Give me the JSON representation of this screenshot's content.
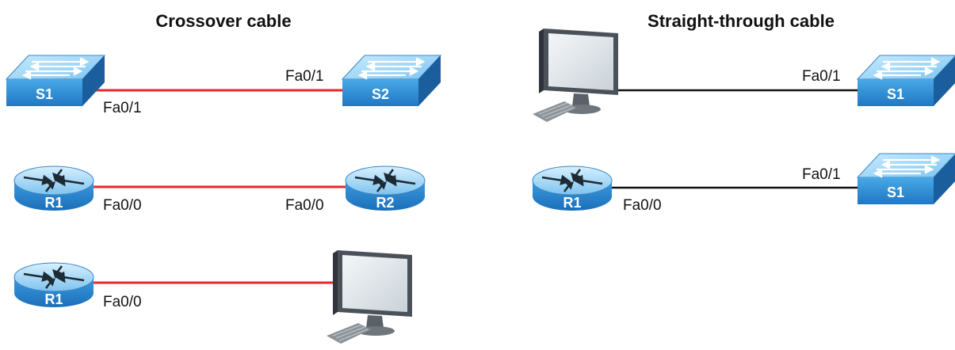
{
  "sections": {
    "crossover": {
      "title": "Crossover cable"
    },
    "straight": {
      "title": "Straight-through cable"
    }
  },
  "crossover": {
    "row1": {
      "left_device": "S1",
      "right_device": "S2",
      "left_port": "Fa0/1",
      "right_port": "Fa0/1"
    },
    "row2": {
      "left_device": "R1",
      "right_device": "R2",
      "left_port": "Fa0/0",
      "right_port": "Fa0/0"
    },
    "row3": {
      "left_device": "R1",
      "left_port": "Fa0/0",
      "right_device_icon": "desktop-computer-icon"
    }
  },
  "straight": {
    "row1": {
      "left_device_icon": "desktop-computer-icon",
      "right_device": "S1",
      "right_port": "Fa0/1"
    },
    "row2": {
      "left_device": "R1",
      "right_device": "S1",
      "left_port": "Fa0/0",
      "right_port": "Fa0/1"
    }
  },
  "colors": {
    "crossover_cable": "#e8262b",
    "straight_cable": "#111111",
    "device_blue": "#2f8fd8",
    "device_light": "#9fd3f5"
  }
}
